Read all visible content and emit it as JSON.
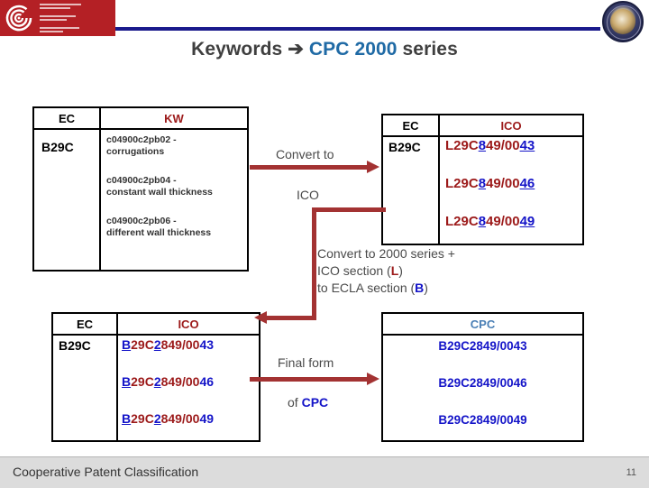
{
  "header": {
    "epo_logo_name": "epo-logo",
    "uspto_seal_name": "uspto-seal"
  },
  "title": {
    "part1": "Keywords",
    "arrow": "➔",
    "part2": "CPC 2000",
    "part3": "series"
  },
  "table_kw": {
    "headers": [
      "EC",
      "KW"
    ],
    "ec_value": "B29C",
    "kw_items": [
      {
        "code": "c04900c2pb02 -",
        "desc": "corrugations"
      },
      {
        "code": "c04900c2pb04 -",
        "desc": "constant wall thickness"
      },
      {
        "code": "c04900c2pb06 -",
        "desc": "different wall thickness"
      }
    ]
  },
  "table_ico_top": {
    "headers": [
      "EC",
      "ICO"
    ],
    "ec_value": "B29C",
    "ico_items": [
      {
        "p1": "L29C",
        "p2": "8",
        "p3": "49/00",
        "p4": "43"
      },
      {
        "p1": "L29C",
        "p2": "8",
        "p3": "49/00",
        "p4": "46"
      },
      {
        "p1": "L29C",
        "p2": "8",
        "p3": "49/00",
        "p4": "49"
      }
    ]
  },
  "table_ico_bottom": {
    "headers": [
      "EC",
      "ICO"
    ],
    "ec_value": "B29C",
    "ico_items": [
      {
        "p1": "B",
        "p2": "29C",
        "p3": "2",
        "p4": "849/00",
        "p5": "43"
      },
      {
        "p1": "B",
        "p2": "29C",
        "p3": "2",
        "p4": "849/00",
        "p5": "46"
      },
      {
        "p1": "B",
        "p2": "29C",
        "p3": "2",
        "p4": "849/00",
        "p5": "49"
      }
    ]
  },
  "table_cpc": {
    "header": "CPC",
    "items": [
      "B29C2849/0043",
      "B29C2849/0046",
      "B29C2849/0049"
    ]
  },
  "connectors": {
    "convert_to": "Convert to",
    "ico": "ICO",
    "final_form": "Final form",
    "of": "of",
    "cpc": "CPC",
    "block_line1": "Convert to 2000 series +",
    "block_line2a": "ICO section (",
    "block_line2b": "L",
    "block_line2c": ")",
    "block_line3a": "to ECLA section (",
    "block_line3b": "B",
    "block_line3c": ")"
  },
  "footer": {
    "title": "Cooperative Patent Classification",
    "page": "11"
  },
  "colors": {
    "brand_red": "#b42025",
    "rule_blue": "#1a1a8c",
    "title_accent": "#1f6aa5",
    "dark_red": "#9c1a1a",
    "blue": "#1414c8",
    "arrow_red": "#a33232",
    "cpc_header": "#4a7fb5",
    "footer_bg": "#dcdcdc"
  }
}
